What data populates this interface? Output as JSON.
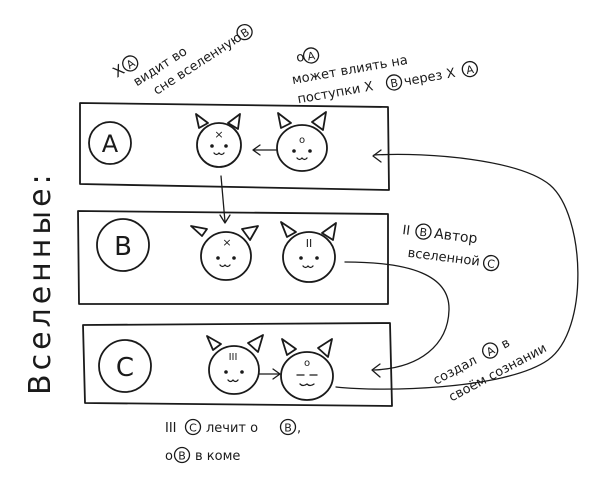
{
  "side_title": "Вселенные:",
  "universes": [
    {
      "label": "A"
    },
    {
      "label": "B"
    },
    {
      "label": "C"
    }
  ],
  "notes": {
    "top_left": {
      "line1_prefix": "X",
      "line1_circle": "A",
      "line2": "видит во",
      "line3_prefix": "сне вселенную",
      "line3_circle": "B"
    },
    "top_right": {
      "line1_prefix": "o",
      "line1_circle": "A",
      "line2": "может влиять на",
      "line3_prefix": "поступки X",
      "line3_circle": "B",
      "line4_prefix": "через X",
      "line4_circle": "A"
    },
    "right_middle": {
      "line1_prefix": "II",
      "line1_circle": "B",
      "line1_suffix": "Автор",
      "line2_prefix": "вселенной",
      "line2_circle": "C"
    },
    "right_bottom": {
      "line1_prefix": "создал",
      "line1_circle": "A",
      "line1_suffix": "в",
      "line2": "своём сознании"
    },
    "bottom": {
      "line1_prefix": "III",
      "line1_circle": "C",
      "line1_middle": "лечит o",
      "line1_circle2": "B",
      "line1_suffix": ",",
      "line2_prefix": "o",
      "line2_circle": "B",
      "line2_suffix": "в коме"
    }
  },
  "cat_marks": {
    "a_left": "×",
    "a_right": "o",
    "b_left": "×",
    "b_right": "II",
    "c_left": "III",
    "c_right": "o"
  }
}
